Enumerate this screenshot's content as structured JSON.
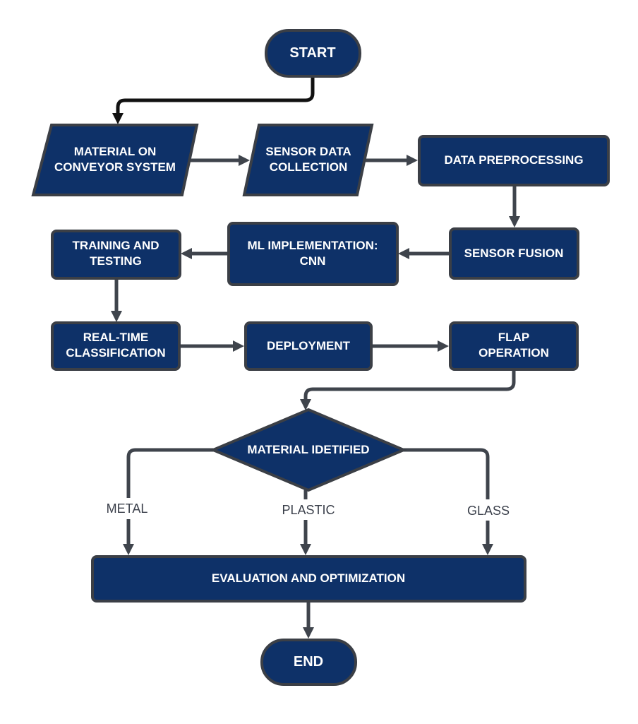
{
  "nodes": {
    "start": "START",
    "material_on_conveyor_1": "MATERIAL ON",
    "material_on_conveyor_2": "CONVEYOR SYSTEM",
    "sensor_data_1": "SENSOR DATA",
    "sensor_data_2": "COLLECTION",
    "data_preprocessing": "DATA PREPROCESSING",
    "sensor_fusion": "SENSOR FUSION",
    "ml_impl_1": "ML IMPLEMENTATION:",
    "ml_impl_2": "CNN",
    "training_1": "TRAINING AND",
    "training_2": "TESTING",
    "realtime_1": "REAL-TIME",
    "realtime_2": "CLASSIFICATION",
    "deployment": "DEPLOYMENT",
    "flap_1": "FLAP",
    "flap_2": "OPERATION",
    "decision": "MATERIAL IDETIFIED",
    "evaluation": "EVALUATION AND OPTIMIZATION",
    "end": "END"
  },
  "edge_labels": {
    "metal": "METAL",
    "plastic": "PLASTIC",
    "glass": "GLASS"
  },
  "colors": {
    "node_fill": "#0e3168",
    "node_border": "#3b3f46",
    "connector": "#3f444c",
    "start_connector": "#111111"
  }
}
